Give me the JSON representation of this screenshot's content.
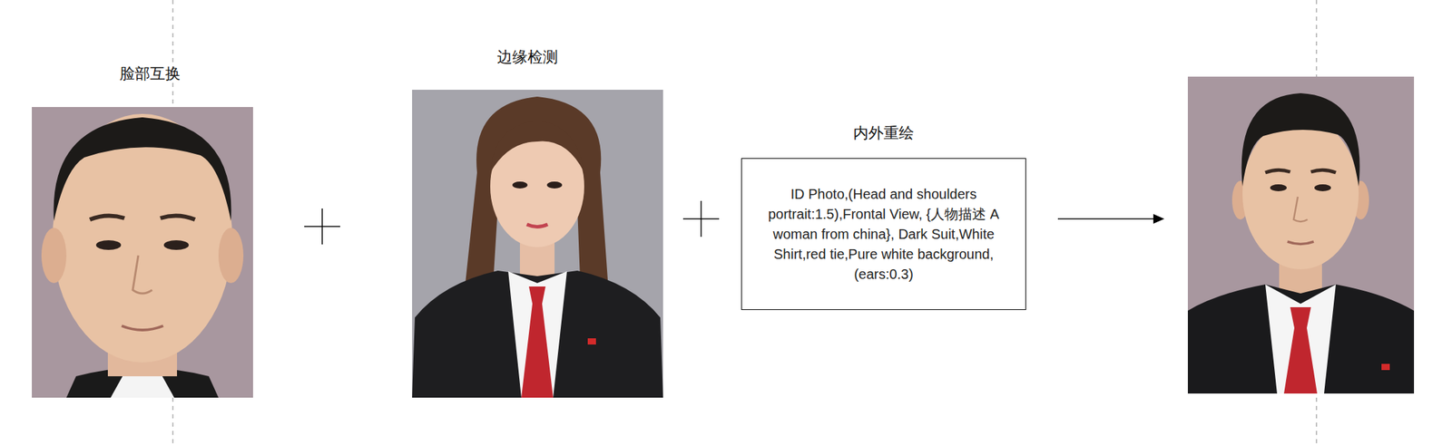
{
  "diagram": {
    "nodes": [
      {
        "text": [
          "内外重绘",
          "ID Photo,(Head and shoulders portrait:1.5),Frontal View, {人物描述 A woman from china}, Dark Suit,White Shirt,red tie,Pure white background, (ears:0.3)"
        ]
      }
    ],
    "labels": [
      "脸部互换",
      "边缘检测"
    ]
  }
}
